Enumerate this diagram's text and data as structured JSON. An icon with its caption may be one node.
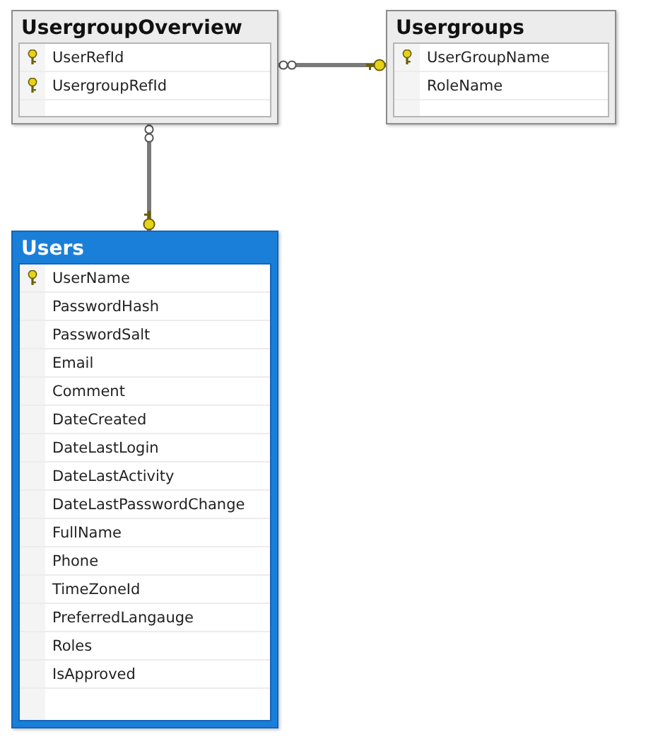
{
  "diagram": {
    "nodes": [
      {
        "text": [
          "UsergroupOverview",
          "UserRefId",
          "UsergroupRefId"
        ]
      },
      {
        "text": [
          "Usergroups",
          "UserGroupName",
          "RoleName"
        ]
      },
      {
        "text": [
          "Users",
          "UserName",
          "PasswordHash",
          "PasswordSalt",
          "Email",
          "Comment",
          "DateCreated",
          "DateLastLogin",
          "DateLastActivity",
          "DateLastPasswordChange",
          "FullName",
          "Phone",
          "TimeZoneId",
          "PreferredLangauge",
          "Roles",
          "IsApproved"
        ]
      }
    ],
    "edges": [
      {
        "from": 0,
        "to": 1,
        "arrow": "other"
      },
      {
        "from": 0,
        "to": 2,
        "arrow": "other"
      }
    ]
  }
}
